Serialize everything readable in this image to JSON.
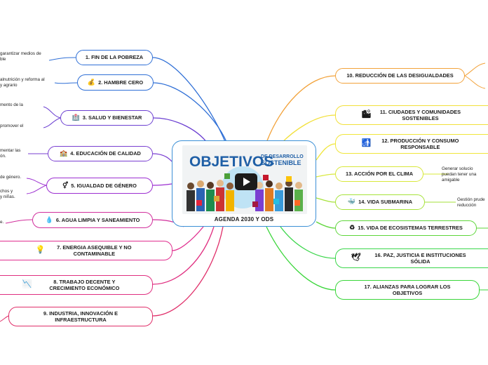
{
  "center": {
    "title": "AGENDA 2030 Y ODS",
    "video": {
      "heading_main": "OBJETIVOS",
      "heading_side_1": "DE DESARROLLO",
      "heading_side_2": "SOSTENIBLE"
    }
  },
  "goals": [
    {
      "label": "1. FIN DE LA POBREZA",
      "color": "#2f6fd6",
      "icon": ""
    },
    {
      "label": "2. HAMBRE CERO",
      "color": "#2f6fd6",
      "icon": "money-bag-icon",
      "glyph": "💰"
    },
    {
      "label": "3. SALUD Y BIENESTAR",
      "color": "#6b3fd1",
      "icon": "hospital-icon",
      "glyph": "🏥"
    },
    {
      "label": "4. EDUCACIÓN DE CALIDAD",
      "color": "#7a3fd1",
      "icon": "school-icon",
      "glyph": "🏫"
    },
    {
      "label": "5. IGUALDAD DE GÉNERO",
      "color": "#9c2fd1",
      "icon": "gender-icon",
      "glyph": "⚥"
    },
    {
      "label": "6. AGUA LIMPIA Y SANEAMIENTO",
      "color": "#d12f9c",
      "icon": "water-drop-icon",
      "glyph": "💧"
    },
    {
      "label": "7. ENERGIA ASEQUIBLE Y NO CONTAMINABLE",
      "color": "#e02f8f",
      "icon": "light-bulb-icon",
      "glyph": "💡"
    },
    {
      "label": "8. TRABAJO DECENTE Y CRECIMIENTO ECONÓMICO",
      "color": "#e02f80",
      "icon": "chart-down-icon",
      "glyph": "📉"
    },
    {
      "label": "9. INDUSTRIA, INNOVACIÓN E INFRAESTRUCTURA",
      "color": "#e02f6a",
      "icon": "",
      "glyph": ""
    },
    {
      "label": "10. REDUCCIÓN DE LAS DESIGUALDADES",
      "color": "#f2a23a",
      "icon": "",
      "glyph": ""
    },
    {
      "label": "11. CIUDADES Y COMUNIDADES SOSTENIBLES",
      "color": "#f2e03a",
      "icon": "city-icon",
      "glyph": "🏙"
    },
    {
      "label": "12. PRODUCCIÓN Y CONSUMO RESPONSABLE",
      "color": "#f0e63a",
      "icon": "recycle-bin-icon",
      "glyph": "🚮"
    },
    {
      "label": "13. ACCIÓN POR EL CLIMA",
      "color": "#d8e83a",
      "icon": "",
      "glyph": ""
    },
    {
      "label": "14. VIDA SUBMARINA",
      "color": "#a6e23a",
      "icon": "whale-icon",
      "glyph": "🐳"
    },
    {
      "label": "15. VIDA DE ECOSISTEMAS TERRESTRES",
      "color": "#5ed63a",
      "icon": "recycle-icon",
      "glyph": "♻"
    },
    {
      "label": "16. PAZ, JUSTICIA E INSTITUCIONES SÓLIDA",
      "color": "#3ad64a",
      "icon": "dove-icon",
      "glyph": "🕊"
    },
    {
      "label": "17. ALIANZAS PARA LOGRAR LOS OBJETIVOS",
      "color": "#3ad63a",
      "icon": "",
      "glyph": ""
    }
  ],
  "notes": {
    "n1": "garantizar medios de\nble",
    "n2": "alnutrición y reforma al\ny agrario",
    "n3a": "mento de la",
    "n3b": "promover el",
    "n4": "mentar las\nón.",
    "n5a": "de género.",
    "n5b": "chos y\ny niñas.",
    "n6": "e.",
    "n13": "Generar solucio\npuedan tener una\namigable",
    "n14": "Gestión prude\nreducción"
  }
}
